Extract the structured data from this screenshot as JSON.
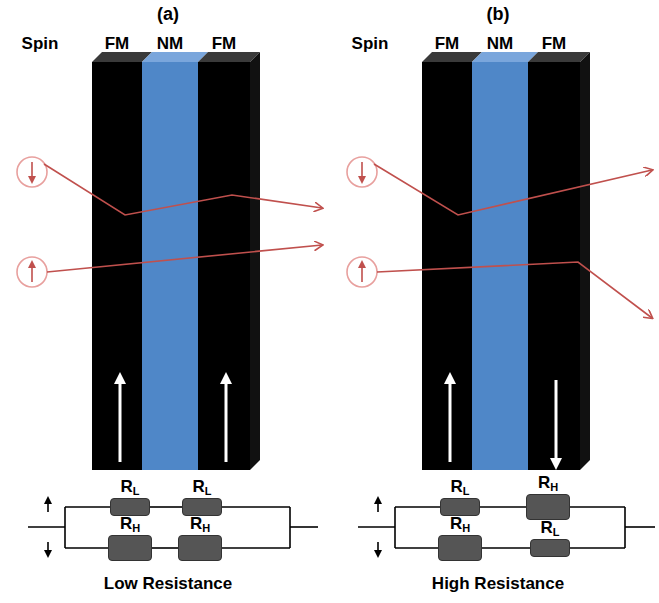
{
  "diagram": {
    "nodes": [
      {
        "text": [
          "RL"
        ]
      },
      {
        "text": [
          "RL"
        ]
      },
      {
        "text": [
          "RH"
        ]
      },
      {
        "text": [
          "RH"
        ]
      },
      {
        "text": [
          "RL"
        ]
      },
      {
        "text": [
          "RH"
        ]
      },
      {
        "text": [
          "RH"
        ]
      },
      {
        "text": [
          "RL"
        ]
      }
    ],
    "edges": [
      {
        "from": 0,
        "to": 1,
        "arrow": "none"
      },
      {
        "from": 2,
        "to": 3,
        "arrow": "none"
      },
      {
        "from": 4,
        "to": 5,
        "arrow": "none"
      },
      {
        "from": 6,
        "to": 7,
        "arrow": "none"
      }
    ],
    "labels": [
      "(a)",
      "(b)",
      "Spin",
      "FM",
      "NM",
      "FM",
      "Spin",
      "FM",
      "NM",
      "FM",
      "Low Resistance",
      "High Resistance"
    ]
  }
}
